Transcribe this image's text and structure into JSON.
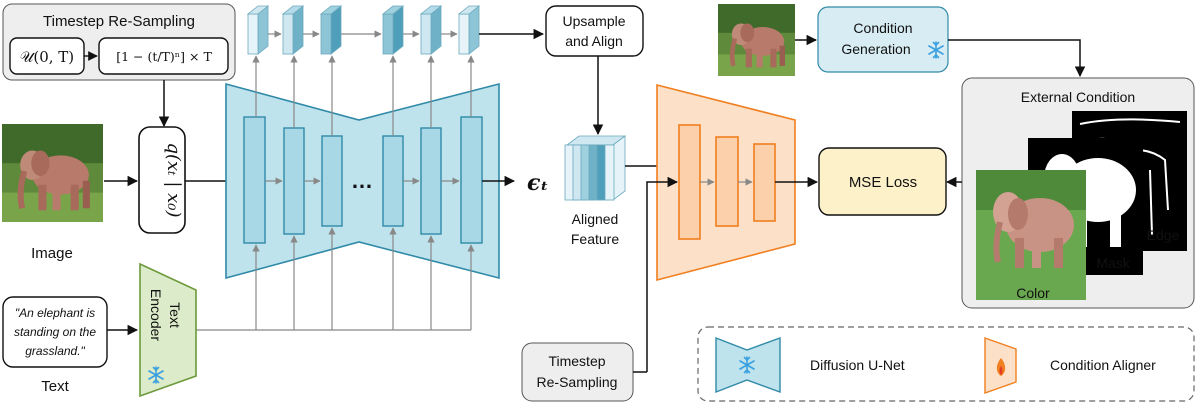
{
  "timestep_resampling_top": {
    "title": "Timestep Re-Sampling",
    "uniform": "𝒰(0, T)",
    "formula": "[1 − (t/T)ⁿ] × T"
  },
  "image_label": "Image",
  "text_label": "Text",
  "prompt_text": "\"An elephant is standing on the grassland.\"",
  "prompt_lines": [
    "\"An elephant is",
    "standing on the",
    "grassland.\""
  ],
  "text_encoder_lines": [
    "Text",
    "Encoder"
  ],
  "q_formula": "q(xₜ | x₀)",
  "ellipsis": "…",
  "epsilon": "ϵₜ",
  "upsample_lines": [
    "Upsample",
    "and Align"
  ],
  "aligned_feature_lines": [
    "Aligned",
    "Feature"
  ],
  "timestep_resampling_bottom_lines": [
    "Timestep",
    "Re-Sampling"
  ],
  "condition_generation_lines": [
    "Condition",
    "Generation"
  ],
  "external_condition": "External Condition",
  "mse_loss": "MSE Loss",
  "condition_labels": {
    "edge": "Edge",
    "mask": "Mask",
    "color": "Color"
  },
  "legend": {
    "unet": "Diffusion U-Net",
    "aligner": "Condition Aligner"
  },
  "colors": {
    "unet_fill": "#bfe3ec",
    "unet_stroke": "#2f8aa8",
    "aligner_fill": "#fde0c8",
    "aligner_stroke": "#f07f1f",
    "encoder_fill": "#dcebc9",
    "encoder_stroke": "#6d9a3a",
    "mse_fill": "#fdf1c9",
    "condgen_fill": "#d7ecf3",
    "panel_fill": "#eeeeee"
  },
  "icons": [
    "snowflake-icon",
    "flame-icon",
    "elephant-photo"
  ]
}
